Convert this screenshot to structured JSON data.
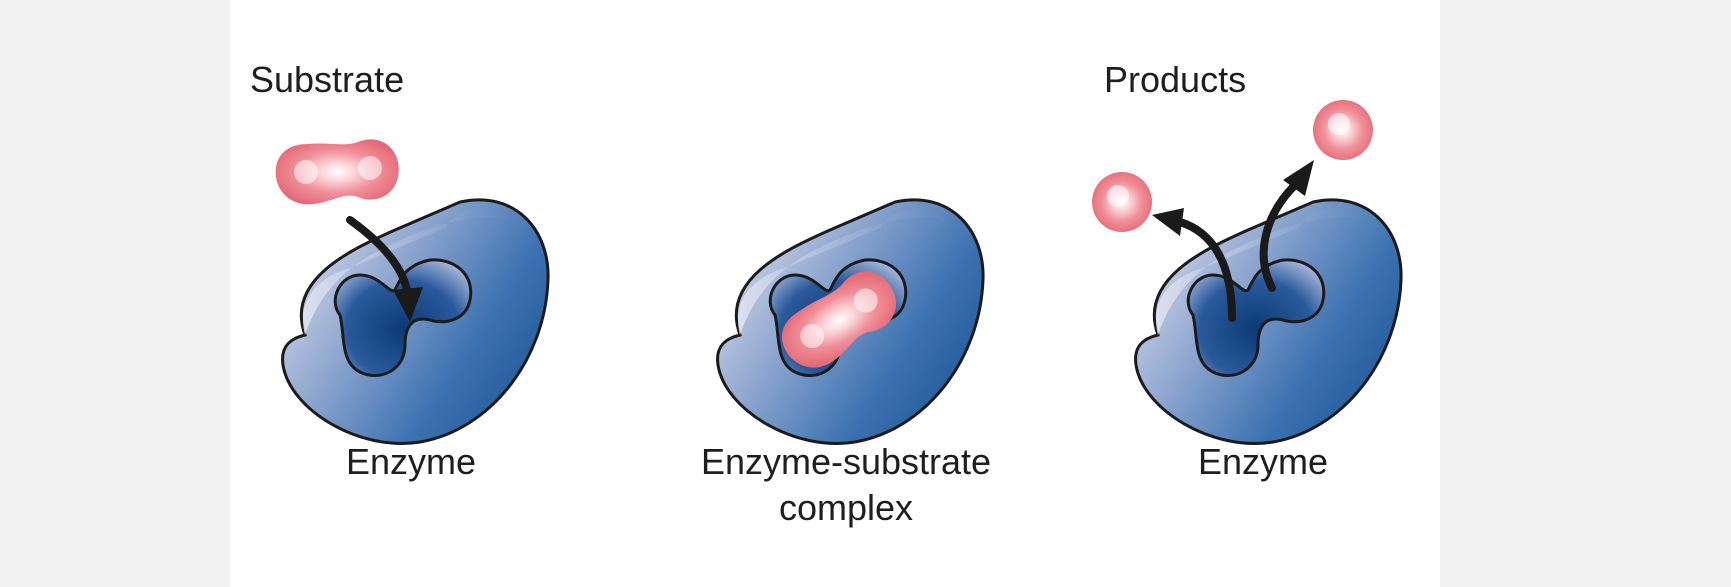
{
  "labels": {
    "substrate": "Substrate",
    "products": "Products",
    "enzyme_left": "Enzyme",
    "complex_line1": "Enzyme-substrate",
    "complex_line2": "complex",
    "enzyme_right": "Enzyme"
  },
  "colors": {
    "enzyme_light": "#c9d0e6",
    "enzyme_dark": "#1f5c9e",
    "pocket": "#0f3f7a",
    "substrate": "#ea7480",
    "arrow": "#1a1a1a",
    "outline": "#1b1b1b"
  },
  "icons": [
    "enzyme-icon",
    "substrate-molecule-icon",
    "product-molecule-icon",
    "curved-arrow-icon"
  ]
}
